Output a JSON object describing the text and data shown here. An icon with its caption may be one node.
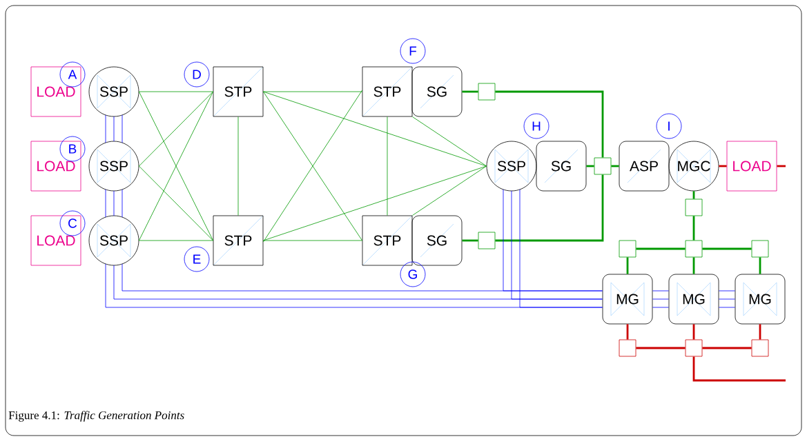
{
  "diagram": {
    "caption": "Figure 4.1: *Traffic Generation Points*",
    "nodes": [
      {
        "text": [
          "LOAD"
        ]
      },
      {
        "text": [
          "SSP"
        ]
      },
      {
        "text": [
          "LOAD"
        ]
      },
      {
        "text": [
          "SSP"
        ]
      },
      {
        "text": [
          "LOAD"
        ]
      },
      {
        "text": [
          "SSP"
        ]
      },
      {
        "text": [
          "STP"
        ]
      },
      {
        "text": [
          "STP"
        ]
      },
      {
        "text": [
          "STP"
        ]
      },
      {
        "text": [
          "SG"
        ]
      },
      {
        "text": [
          "STP"
        ]
      },
      {
        "text": [
          "SG"
        ]
      },
      {
        "text": [
          "SSP"
        ]
      },
      {
        "text": [
          "SG"
        ]
      },
      {
        "text": [
          "ASP"
        ]
      },
      {
        "text": [
          "MGC"
        ]
      },
      {
        "text": [
          "LOAD"
        ]
      },
      {
        "text": [
          "MG"
        ]
      },
      {
        "text": [
          "MG"
        ]
      },
      {
        "text": [
          "MG"
        ]
      },
      {
        "text": [],
        "shape": "box"
      },
      {
        "text": [],
        "shape": "box"
      },
      {
        "text": [],
        "shape": "box"
      },
      {
        "text": [],
        "shape": "box"
      },
      {
        "text": [],
        "shape": "box"
      },
      {
        "text": [],
        "shape": "box"
      },
      {
        "text": [],
        "shape": "box"
      },
      {
        "text": [],
        "shape": "box"
      },
      {
        "text": [],
        "shape": "box"
      },
      {
        "text": [],
        "shape": "box"
      },
      {
        "text": [
          "A"
        ]
      },
      {
        "text": [
          "B"
        ]
      },
      {
        "text": [
          "C"
        ]
      },
      {
        "text": [
          "D"
        ]
      },
      {
        "text": [
          "E"
        ]
      },
      {
        "text": [
          "F"
        ]
      },
      {
        "text": [
          "G"
        ]
      },
      {
        "text": [
          "H"
        ]
      },
      {
        "text": [
          "I"
        ]
      }
    ],
    "edges": [
      {
        "from": 1,
        "to": 6,
        "arrow": "none"
      },
      {
        "from": 1,
        "to": 7,
        "arrow": "none"
      },
      {
        "from": 3,
        "to": 6,
        "arrow": "none"
      },
      {
        "from": 3,
        "to": 7,
        "arrow": "none"
      },
      {
        "from": 5,
        "to": 6,
        "arrow": "none"
      },
      {
        "from": 5,
        "to": 7,
        "arrow": "none"
      },
      {
        "from": 6,
        "to": 7,
        "arrow": "none"
      },
      {
        "from": 6,
        "to": 8,
        "arrow": "none"
      },
      {
        "from": 6,
        "to": 10,
        "arrow": "none"
      },
      {
        "from": 7,
        "to": 8,
        "arrow": "none"
      },
      {
        "from": 7,
        "to": 10,
        "arrow": "none"
      },
      {
        "from": 6,
        "to": 12,
        "arrow": "none"
      },
      {
        "from": 7,
        "to": 12,
        "arrow": "none"
      },
      {
        "from": 8,
        "to": 10,
        "arrow": "none"
      },
      {
        "from": 8,
        "to": 12,
        "arrow": "none"
      },
      {
        "from": 10,
        "to": 12,
        "arrow": "none"
      },
      {
        "from": 9,
        "to": 20,
        "arrow": "none",
        "style": "thick"
      },
      {
        "from": 20,
        "to": 21,
        "arrow": "none",
        "style": "thick"
      },
      {
        "from": 11,
        "to": 22,
        "arrow": "none",
        "style": "thick"
      },
      {
        "from": 22,
        "to": 21,
        "arrow": "none",
        "style": "thick"
      },
      {
        "from": 13,
        "to": 21,
        "arrow": "none",
        "style": "thick"
      },
      {
        "from": 21,
        "to": 14,
        "arrow": "none",
        "style": "thick"
      },
      {
        "from": 15,
        "to": 23,
        "arrow": "none",
        "style": "thick"
      },
      {
        "from": 23,
        "to": 25,
        "arrow": "none",
        "style": "thick"
      },
      {
        "from": 25,
        "to": 24,
        "arrow": "none",
        "style": "thick"
      },
      {
        "from": 25,
        "to": 26,
        "arrow": "none",
        "style": "thick"
      },
      {
        "from": 24,
        "to": 17,
        "arrow": "none",
        "style": "thick"
      },
      {
        "from": 25,
        "to": 18,
        "arrow": "none",
        "style": "thick"
      },
      {
        "from": 26,
        "to": 19,
        "arrow": "none",
        "style": "thick"
      },
      {
        "from": 15,
        "to": 16,
        "arrow": "none",
        "style": "thick",
        "color": "#cc0000"
      },
      {
        "from": 16,
        "to": null,
        "arrow": "none",
        "style": "thick",
        "color": "#cc0000"
      },
      {
        "from": 17,
        "to": 27,
        "arrow": "none",
        "style": "thick",
        "color": "#cc0000"
      },
      {
        "from": 18,
        "to": 28,
        "arrow": "none",
        "style": "thick",
        "color": "#cc0000"
      },
      {
        "from": 19,
        "to": 29,
        "arrow": "none",
        "style": "thick",
        "color": "#cc0000"
      },
      {
        "from": 27,
        "to": 28,
        "arrow": "none",
        "style": "thick",
        "color": "#cc0000"
      },
      {
        "from": 28,
        "to": 29,
        "arrow": "none",
        "style": "thick",
        "color": "#cc0000"
      },
      {
        "from": 28,
        "to": null,
        "arrow": "none",
        "style": "thick",
        "color": "#cc0000"
      },
      {
        "from": 1,
        "to": 3,
        "arrow": "none",
        "color": "#0000ff"
      },
      {
        "from": 1,
        "to": 3,
        "arrow": "none",
        "color": "#0000ff"
      },
      {
        "from": 1,
        "to": 3,
        "arrow": "none",
        "color": "#0000ff"
      },
      {
        "from": 3,
        "to": 5,
        "arrow": "none",
        "color": "#0000ff"
      },
      {
        "from": 3,
        "to": 5,
        "arrow": "none",
        "color": "#0000ff"
      },
      {
        "from": 3,
        "to": 5,
        "arrow": "none",
        "color": "#0000ff"
      },
      {
        "from": 5,
        "to": 17,
        "arrow": "none",
        "color": "#0000ff"
      },
      {
        "from": 5,
        "to": 17,
        "arrow": "none",
        "color": "#0000ff"
      },
      {
        "from": 5,
        "to": 17,
        "arrow": "none",
        "color": "#0000ff"
      },
      {
        "from": 12,
        "to": 17,
        "arrow": "none",
        "color": "#0000ff"
      },
      {
        "from": 12,
        "to": 17,
        "arrow": "none",
        "color": "#0000ff"
      },
      {
        "from": 12,
        "to": 17,
        "arrow": "none",
        "color": "#0000ff"
      },
      {
        "from": 17,
        "to": 18,
        "arrow": "none",
        "color": "#0000ff"
      },
      {
        "from": 17,
        "to": 18,
        "arrow": "none",
        "color": "#0000ff"
      },
      {
        "from": 17,
        "to": 18,
        "arrow": "none",
        "color": "#0000ff"
      },
      {
        "from": 18,
        "to": 19,
        "arrow": "none",
        "color": "#0000ff"
      },
      {
        "from": 18,
        "to": 19,
        "arrow": "none",
        "color": "#0000ff"
      },
      {
        "from": 18,
        "to": 19,
        "arrow": "none",
        "color": "#0000ff"
      }
    ]
  }
}
